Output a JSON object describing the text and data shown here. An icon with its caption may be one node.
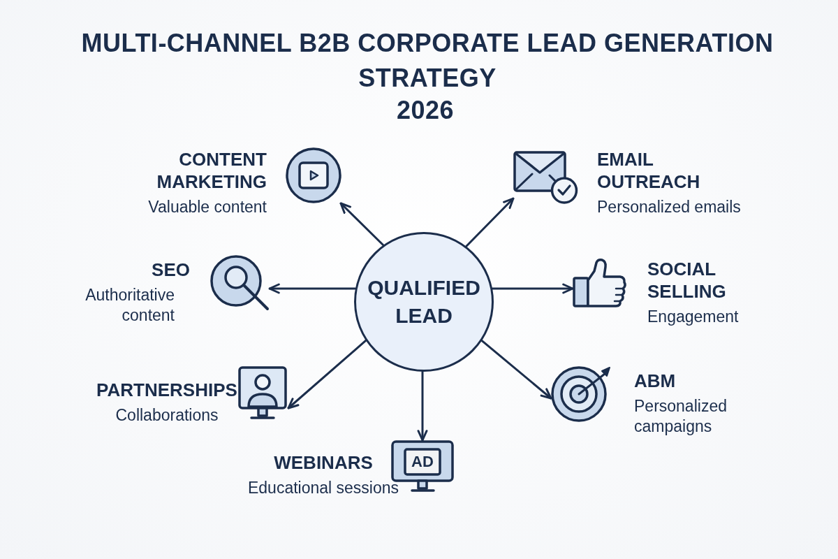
{
  "diagram": {
    "title": "MULTI-CHANNEL B2B CORPORATE LEAD GENERATION STRATEGY",
    "nodes": [
      {
        "text": [],
        "shape": "picture",
        "beside": [
          "CONTENT MARKETING",
          "Valuable content"
        ]
      },
      {
        "text": [],
        "shape": "picture",
        "beside": [
          "EMAIL OUTREACH",
          "Personalized emails"
        ]
      },
      {
        "text": [],
        "shape": "picture",
        "beside": [
          "SEO",
          "Authoritative content"
        ]
      },
      {
        "text": [
          "QUALIFIED LEAD"
        ]
      },
      {
        "text": [],
        "shape": "picture",
        "beside": [
          "SOCIAL SELLING",
          "Engagement"
        ]
      },
      {
        "text": [],
        "shape": "picture",
        "beside": [
          "PARTNERSHIPS",
          "Collaborations"
        ]
      },
      {
        "text": [],
        "shape": "picture",
        "beside": [
          "ABM",
          "Personalized campaigns"
        ]
      },
      {
        "text": [
          "AD"
        ],
        "beside": [
          "WEBINARS",
          "Educational sessions"
        ]
      }
    ],
    "edges": [
      {
        "from": 3,
        "to": 0,
        "arrow": "to"
      },
      {
        "from": 3,
        "to": 1,
        "arrow": "to"
      },
      {
        "from": 3,
        "to": 2,
        "arrow": "to"
      },
      {
        "from": 3,
        "to": 4,
        "arrow": "to"
      },
      {
        "from": 3,
        "to": 5,
        "arrow": "to"
      },
      {
        "from": 3,
        "to": 6,
        "arrow": "to"
      },
      {
        "from": 3,
        "to": 7,
        "arrow": "to"
      }
    ],
    "labels": [
      "2026"
    ]
  }
}
